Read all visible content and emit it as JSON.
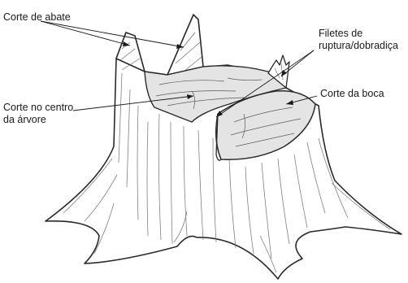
{
  "labels": {
    "corte_de_abate": "Corte de abate",
    "filetes_line1": "Filetes de",
    "filetes_line2": "ruptura/dobradiça",
    "corte_no_centro_line1": "Corte no centro",
    "corte_no_centro_line2": "da árvore",
    "corte_da_boca": "Corte da boca"
  },
  "colors": {
    "ink": "#2a2a2a",
    "shade": "#6a6a6a",
    "cut_surface": "#e4e4e4",
    "paper": "#ffffff"
  }
}
